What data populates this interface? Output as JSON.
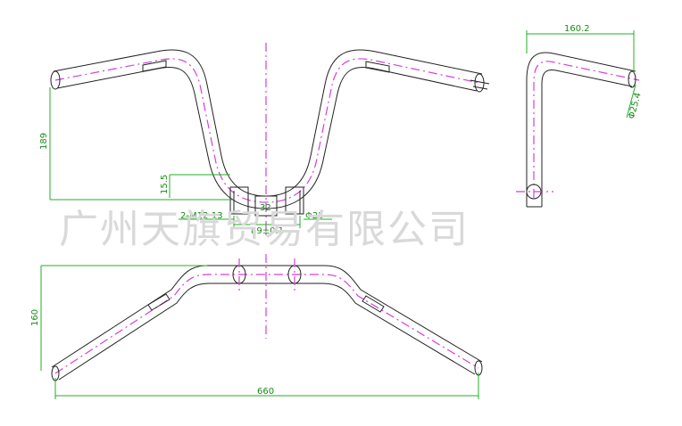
{
  "watermark": "广州天旗贸易有限公司",
  "front_view": {
    "height_label": "189",
    "clamp_height_label": "15.5",
    "clamp_width_label": "89±0.1",
    "clamp_screw_label": "2-M12-13",
    "center_label": "32",
    "bar_diameter_label": "Φ25"
  },
  "side_view": {
    "length_label": "160.2",
    "diameter_label": "Φ25.4"
  },
  "top_view": {
    "depth_label": "160",
    "width_label": "660"
  },
  "colors": {
    "outline": "#222222",
    "centerline": "#d63fd6",
    "dimension": "#22b022",
    "watermark": "#d9d9d9"
  }
}
